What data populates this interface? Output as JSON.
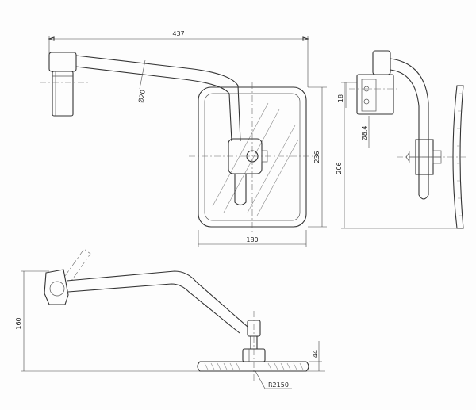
{
  "drawing": {
    "views": [
      "front-view",
      "side-view",
      "top-view"
    ]
  },
  "dimensions": {
    "overall_width": "437",
    "arm_diameter": "Ø20",
    "mirror_width": "180",
    "mirror_height": "236",
    "side_small": "18",
    "side_hole": "Ø8,4",
    "side_height": "206",
    "top_height": "160",
    "top_thickness": "44",
    "mirror_radius": "R2150"
  }
}
